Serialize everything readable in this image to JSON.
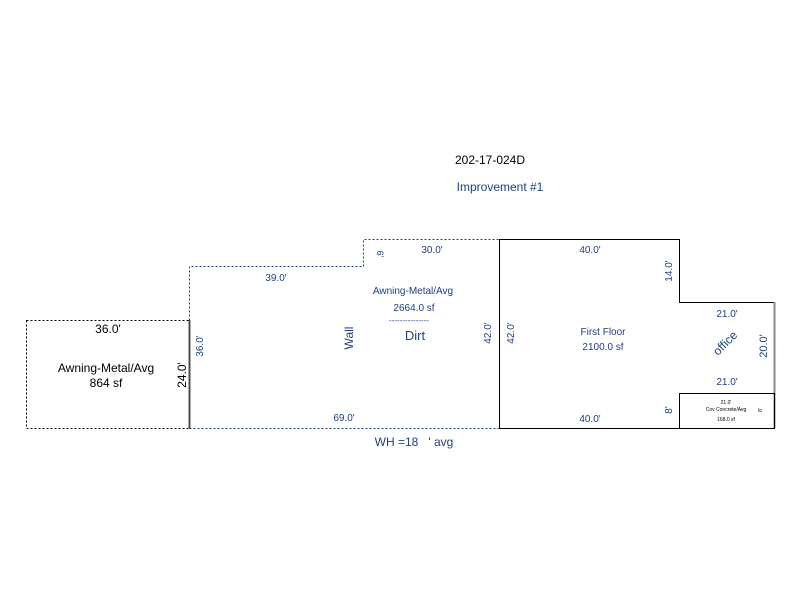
{
  "title": "202-17-024D",
  "subtitle": "Improvement #1",
  "footer": "WH =18   ' avg",
  "areas": {
    "left_awning": {
      "label": "Awning-Metal/Avg",
      "area": "864 sf",
      "top": "36.0'",
      "side": "24.0'"
    },
    "center": {
      "label": "Awning-Metal/Avg",
      "area": "2664.0 sf",
      "divider": "---------------",
      "sub": "Dirt",
      "wall": "Wall",
      "left": "36.0'",
      "top_left": "39.0'",
      "step": "6'",
      "top_right": "30.0'",
      "right": "42.0'",
      "bottom": "69.0'"
    },
    "first_floor": {
      "label": "First Floor",
      "area": "2100.0 sf",
      "top": "40.0'",
      "left": "42.0'",
      "notch": "14.0'",
      "bottom": "40.0'",
      "small": "8'"
    },
    "office": {
      "label": "office",
      "top": "21.0'",
      "bottom": "21.0'",
      "side": "20.0'"
    },
    "cov": {
      "label": "Cov Concrete/Avg",
      "area": "168.0 sf",
      "top": "21.0'",
      "side": "8'"
    }
  },
  "colors": {
    "text": "#1f3f7f",
    "line": "#000000"
  }
}
